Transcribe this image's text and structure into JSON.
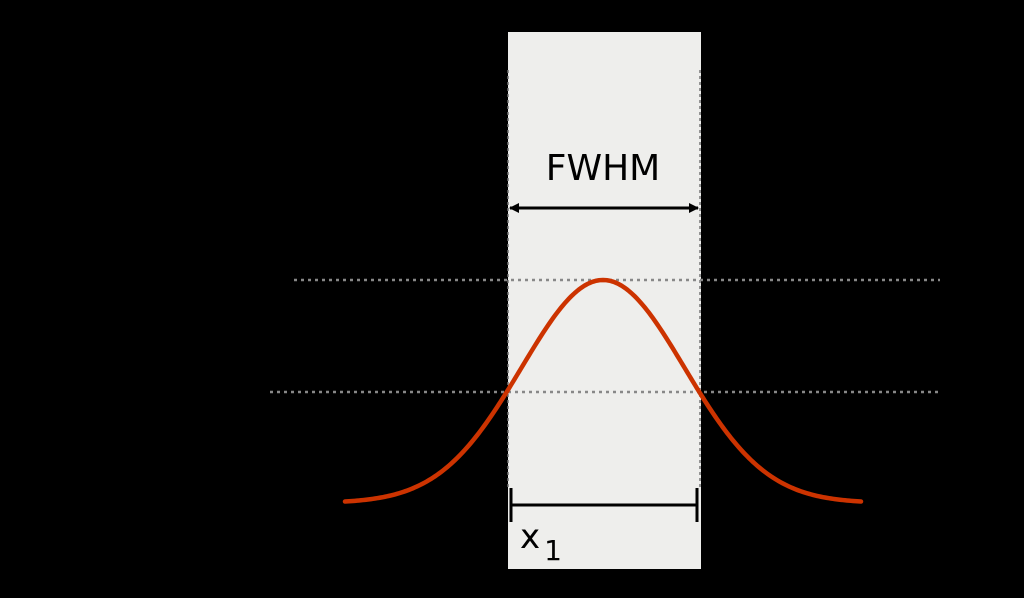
{
  "diagram": {
    "fwhm_label": "FWHM",
    "x1_label": "x",
    "x1_subscript": "1"
  },
  "colors": {
    "background": "#000000",
    "band_fill": "#eeeeec",
    "curve": "#cc3300",
    "dotted_line": "#888888",
    "arrow": "#000000",
    "text": "#000000"
  }
}
